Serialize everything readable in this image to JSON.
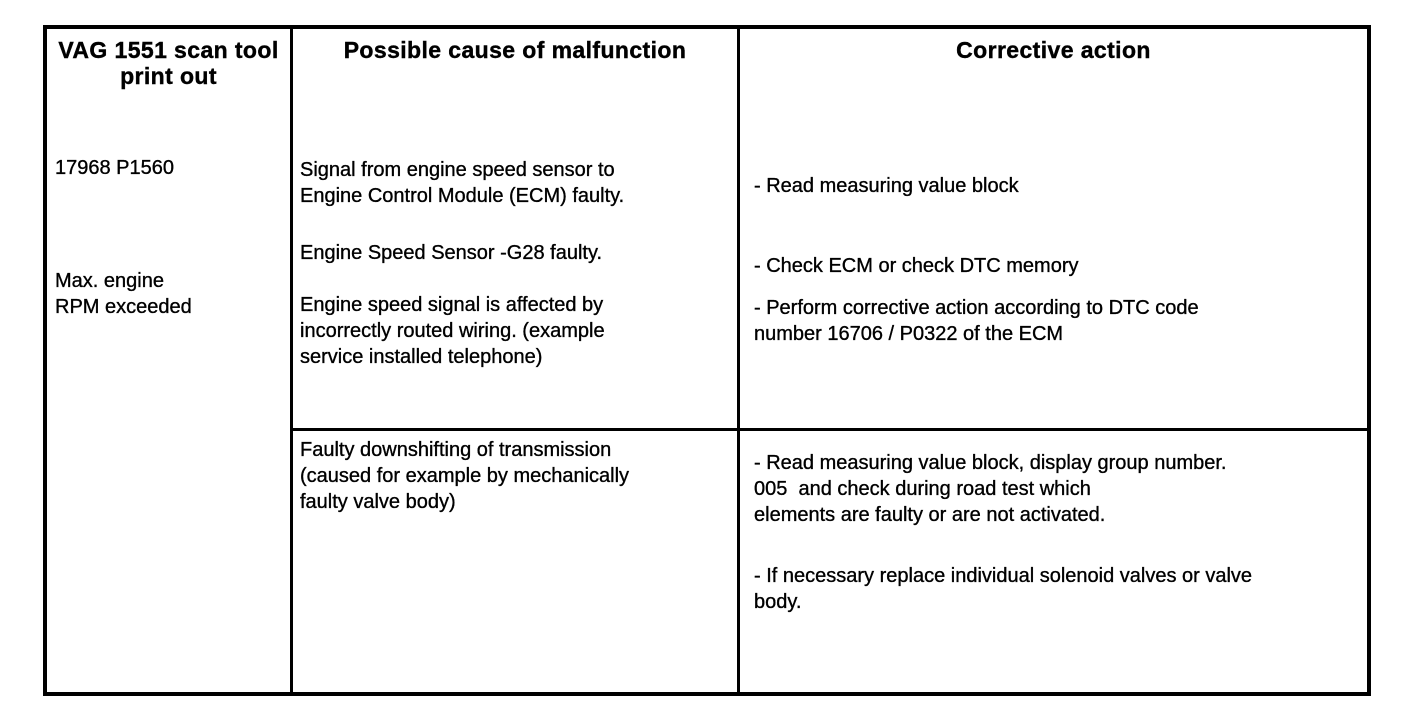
{
  "colors": {
    "background": "#ffffff",
    "text": "#000000",
    "border": "#000000"
  },
  "table": {
    "headers": {
      "scan_tool": "VAG 1551 scan tool\nprint out",
      "cause": "Possible cause of malfunction",
      "action": "Corrective action"
    },
    "scan_tool_cell": {
      "dtc_code": "17968 P1560",
      "dtc_text": "Max. engine\nRPM exceeded"
    },
    "rows": [
      {
        "causes": [
          "Signal from engine speed sensor to\nEngine Control Module (ECM) faulty.",
          "Engine Speed Sensor -G28 faulty.",
          "Engine speed signal is affected by\nincorrectly routed wiring. (example\nservice installed telephone)"
        ],
        "actions": [
          "- Read measuring value block",
          "- Check ECM or check DTC memory",
          "- Perform corrective action according to DTC code\nnumber 16706 / P0322 of the ECM"
        ]
      },
      {
        "causes": [
          "Faulty downshifting of transmission\n(caused for example by mechanically\nfaulty valve body)"
        ],
        "actions": [
          "- Read measuring value block, display group number.\n005  and check during road test which\nelements are faulty or are not activated.",
          "- If necessary replace individual solenoid valves or valve\nbody."
        ]
      }
    ]
  }
}
